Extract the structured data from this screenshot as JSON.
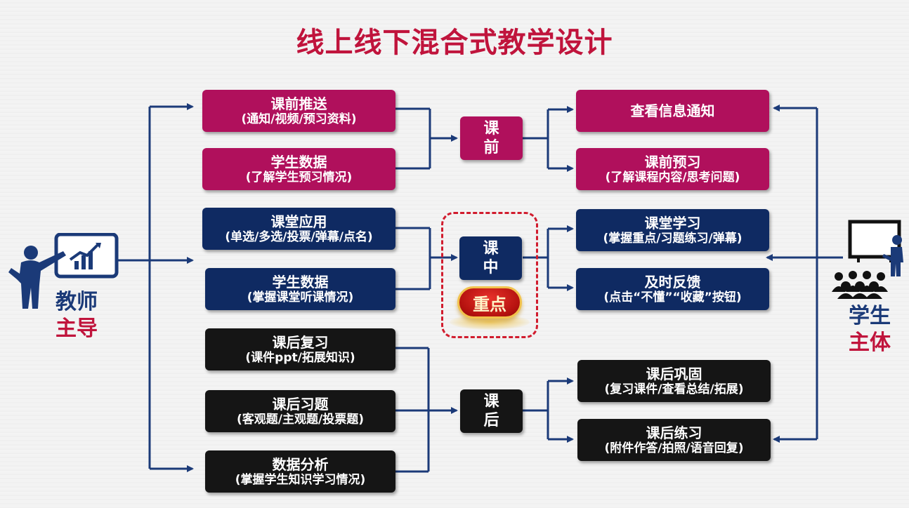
{
  "title": "线上线下混合式教学设计",
  "teacher": {
    "line1": "教师",
    "line2": "主导",
    "icon": "teacher-presenting-chart-icon"
  },
  "student": {
    "line1": "学生",
    "line2": "主体",
    "icon": "students-audience-icon"
  },
  "hubs": {
    "pre": {
      "c1": "课",
      "c2": "前"
    },
    "mid": {
      "c1": "课",
      "c2": "中",
      "badge": "重点"
    },
    "post": {
      "c1": "课",
      "c2": "后"
    }
  },
  "teacher_boxes": {
    "pre_push": {
      "title": "课前推送",
      "detail": "(通知/视频/预习资料)"
    },
    "pre_data": {
      "title": "学生数据",
      "detail": "(了解学生预习情况)"
    },
    "class_app": {
      "title": "课堂应用",
      "detail": "(单选/多选/投票/弹幕/点名)"
    },
    "class_data": {
      "title": "学生数据",
      "detail": "(掌握课堂听课情况)"
    },
    "post_review": {
      "title": "课后复习",
      "detail": "(课件ppt/拓展知识)"
    },
    "post_exercise": {
      "title": "课后习题",
      "detail": "(客观题/主观题/投票题)"
    },
    "post_analysis": {
      "title": "数据分析",
      "detail": "(掌握学生知识学习情况)"
    }
  },
  "student_boxes": {
    "view_notice": {
      "title": "查看信息通知"
    },
    "preview": {
      "title": "课前预习",
      "detail": "(了解课程内容/思考问题)"
    },
    "class_learn": {
      "title": "课堂学习",
      "detail": "(掌握重点/习题练习/弹幕)"
    },
    "feedback": {
      "title": "及时反馈",
      "detail": "(点击“不懂”“收藏”按钮)"
    },
    "consolidate": {
      "title": "课后巩固",
      "detail": "(复习课件/查看总结/拓展)"
    },
    "practice": {
      "title": "课后练习",
      "detail": "(附件作答/拍照/语音回复)"
    }
  },
  "colors": {
    "title": "#c0143c",
    "magenta": "#b0105c",
    "navy": "#0f2a62",
    "black": "#151515",
    "connector": "#1b3a78",
    "highlight": "#d11c2e"
  }
}
